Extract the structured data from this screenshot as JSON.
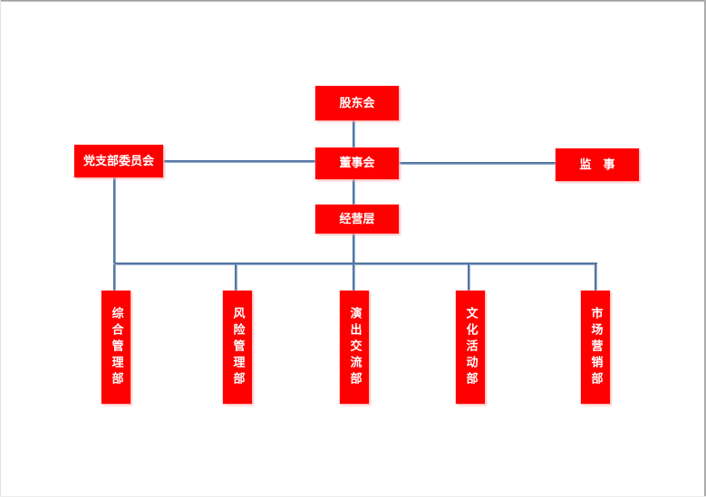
{
  "diagram": {
    "type": "org-chart",
    "nodes": {
      "shareholders": {
        "label": "股东会"
      },
      "party_branch": {
        "label": "党支部委员会"
      },
      "board": {
        "label": "董事会"
      },
      "supervisor": {
        "label": "监　事"
      },
      "management": {
        "label": "经营层"
      },
      "departments": [
        {
          "label": "综合管理部"
        },
        {
          "label": "风险管理部"
        },
        {
          "label": "演出交流部"
        },
        {
          "label": "文化活动部"
        },
        {
          "label": "市场营销部"
        }
      ]
    },
    "edges": [
      "shareholders-board",
      "party_branch-board",
      "board-supervisor",
      "board-management",
      "party_branch-departments",
      "management-departments"
    ],
    "colors": {
      "node_fill": "#ff0000",
      "node_text": "#ffffff",
      "connector": "#4f81bd",
      "page_border": "#ababab"
    }
  }
}
